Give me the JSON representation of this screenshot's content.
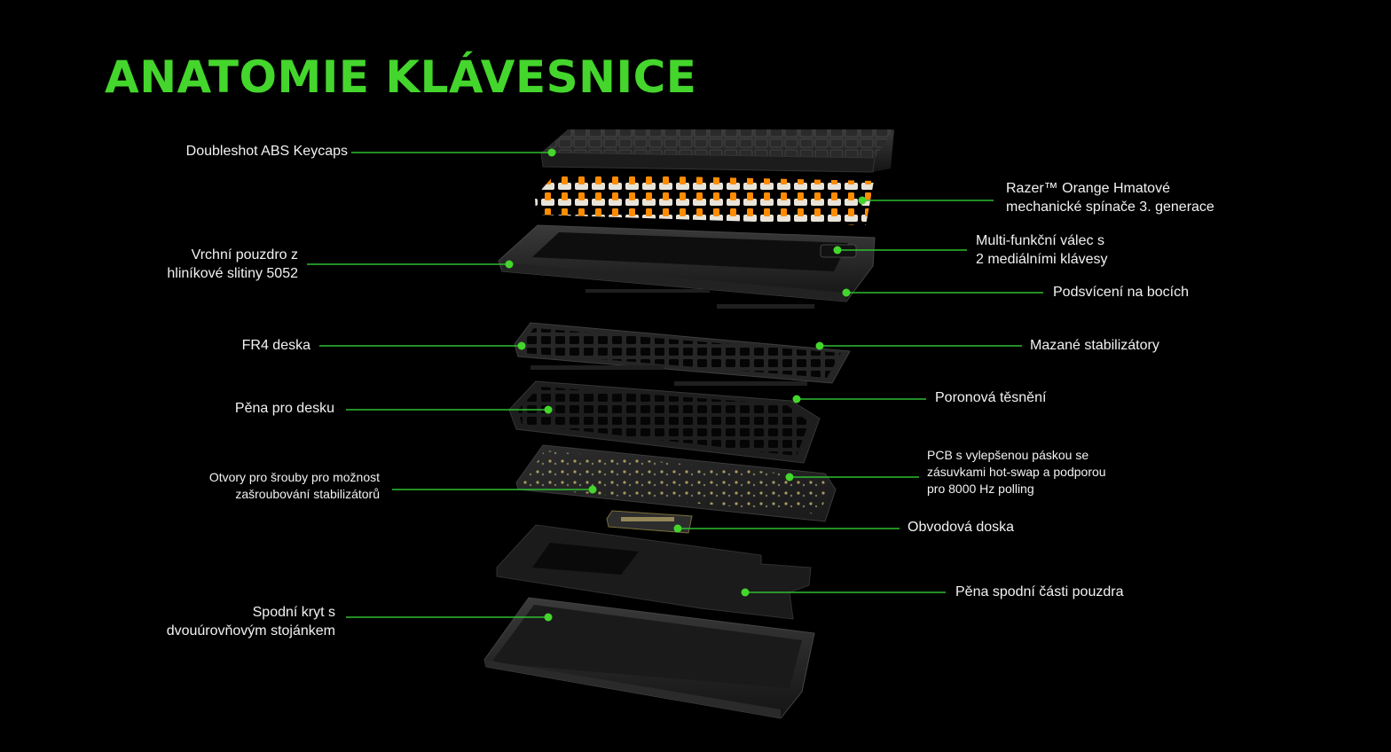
{
  "title": "ANATOMIE KLÁVESNICE",
  "colors": {
    "accent": "#44d62c",
    "background": "#000000",
    "switch": "#ff8c00"
  },
  "labels": {
    "keycaps": [
      "Doubleshot ABS Keycaps"
    ],
    "switches": [
      "Razer™ Orange Hmatové",
      "mechanické spínače 3. generace"
    ],
    "top_case": [
      "Vrchní pouzdro z",
      "hliníkové slitiny 5052"
    ],
    "roller": [
      "Multi-funkční válec s",
      "2 mediálními klávesy"
    ],
    "underglow": [
      "Podsvícení na bocích"
    ],
    "plate": [
      "FR4 deska"
    ],
    "stabilizers": [
      "Mazané stabilizátory"
    ],
    "plate_foam": [
      "Pěna pro desku"
    ],
    "gaskets": [
      "Poronová těsnění"
    ],
    "screw_holes": [
      "Otvory pro šrouby pro možnost",
      "zašroubování stabilizátorů"
    ],
    "pcb": [
      "PCB s vylepšenou páskou se",
      "zásuvkami hot-swap a podporou",
      "pro 8000 Hz polling"
    ],
    "daughterboard": [
      "Obvodová doska"
    ],
    "case_foam": [
      "Pěna spodní části pouzdra"
    ],
    "bottom_case": [
      "Spodní kryt s",
      "dvouúrovňovým stojánkem"
    ]
  }
}
